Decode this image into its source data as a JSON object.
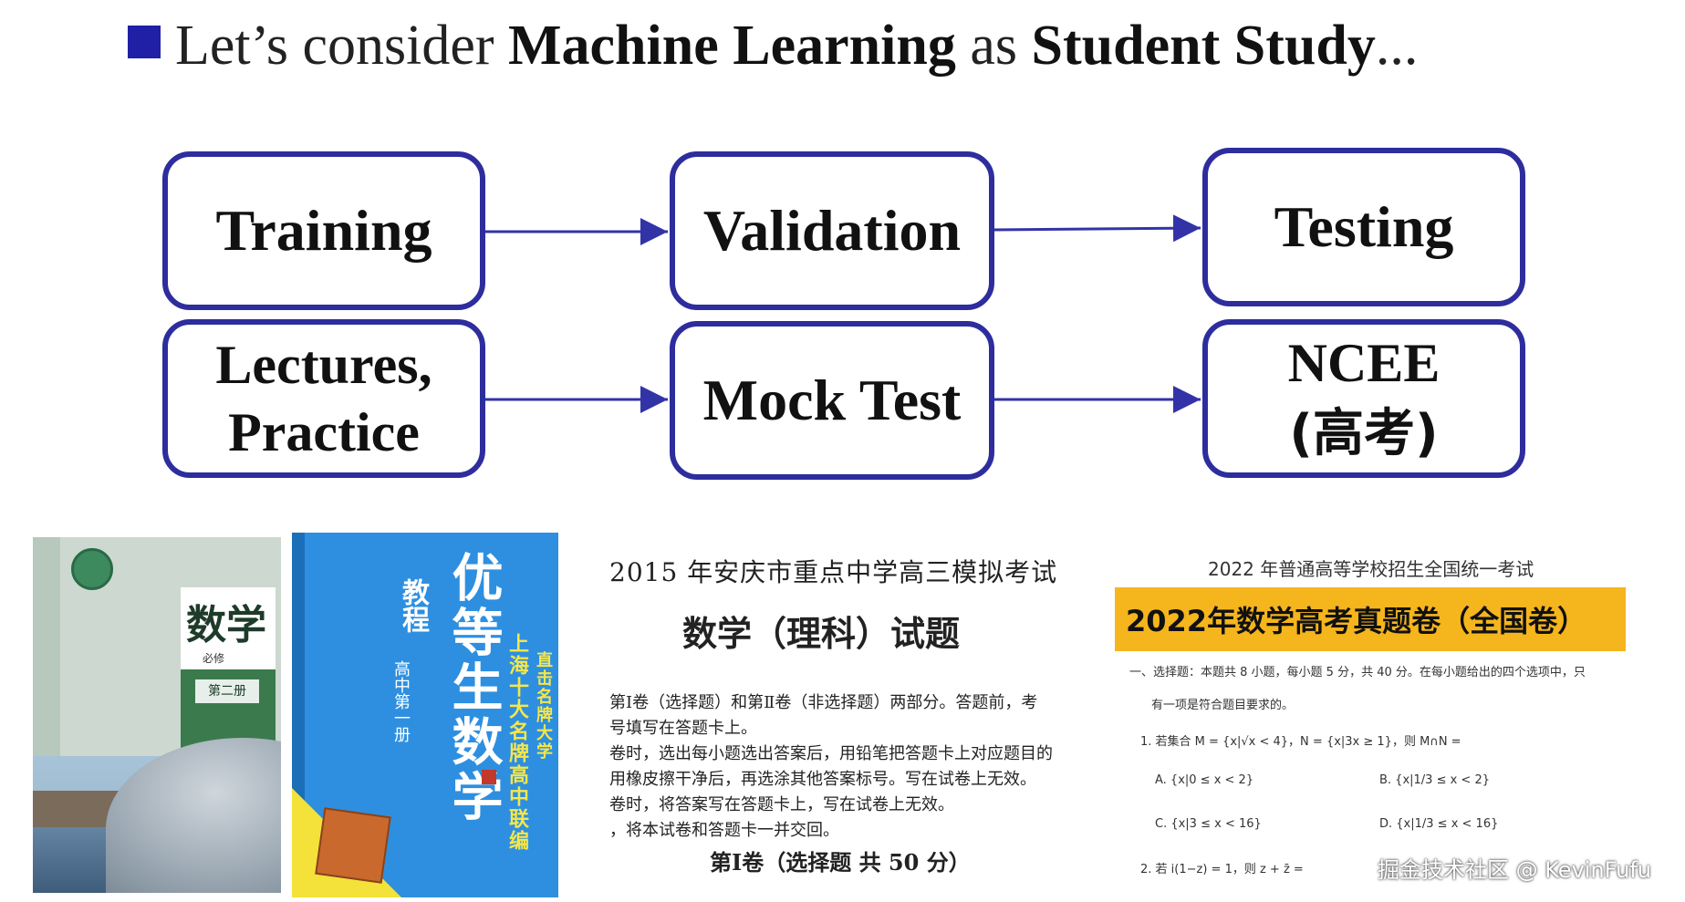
{
  "header": {
    "prefix": "Let’s consider ",
    "term1": "Machine Learning",
    "middle": " as ",
    "term2": "Student Study",
    "suffix": "..."
  },
  "flow": {
    "top": [
      "Training",
      "Validation",
      "Testing"
    ],
    "bottom": [
      "Lectures,\nPractice",
      "Mock Test"
    ],
    "ncee_latin": "NCEE",
    "ncee_cjk": "(高考)"
  },
  "book1": {
    "title": "数学",
    "volume": "第二册",
    "subtitle": "必修"
  },
  "book2": {
    "title": "优等生数学",
    "kicker": "教程",
    "grade": "高中第一册",
    "series": "上海十大名牌高中联编",
    "series2": "直击名牌大学"
  },
  "exam1": {
    "title": "2015 年安庆市重点中学高三模拟考试",
    "subject": "数学（理科）试题",
    "lines": [
      "第Ⅰ卷（选择题）和第Ⅱ卷（非选择题）两部分。答题前，考",
      "号填写在答题卡上。",
      "卷时，选出每小题选出答案后，用铅笔把答题卡上对应题目的",
      "用橡皮擦干净后，再选涂其他答案标号。写在试卷上无效。",
      "卷时，将答案写在答题卡上，写在试卷上无效。",
      "，将本试卷和答题卡一并交回。"
    ],
    "section": "第Ⅰ卷（选择题 共 50 分）"
  },
  "exam2": {
    "top": "2022 年普通高等学校招生全国统一考试",
    "banner": "2022年数学高考真题卷（全国卷）",
    "intro1": "一、选择题：本题共 8 小题，每小题 5 分，共 40 分。在每小题给出的四个选项中，只",
    "intro2": "有一项是符合题目要求的。",
    "q1": "1. 若集合 M = {x|√x < 4}，N = {x|3x ≥ 1}，则 M∩N =",
    "optA": "A. {x|0 ≤ x < 2}",
    "optB": "B. {x|1/3 ≤ x < 2}",
    "optC": "C. {x|3 ≤ x < 16}",
    "optD": "D. {x|1/3 ≤ x < 16}",
    "q2": "2. 若 i(1−z) = 1，则 z + z̄ ="
  },
  "watermark": "掘金技术社区 @ KevinFufu",
  "colors": {
    "accent": "#2d2d9e",
    "bullet": "#2020a6",
    "banner": "#f5b51c"
  }
}
